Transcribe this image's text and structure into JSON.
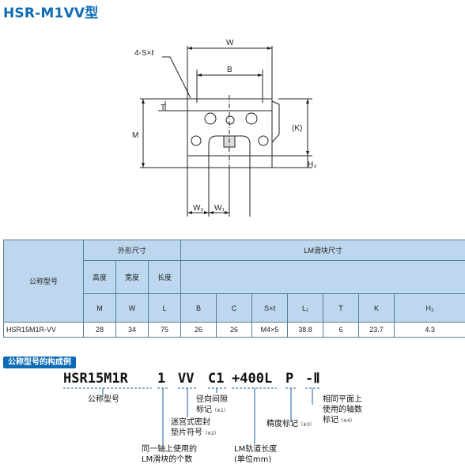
{
  "title": "HSR-M1VV型",
  "drawing": {
    "labels": {
      "hole": "4-S×ℓ",
      "w": "W",
      "b": "B",
      "t": "T",
      "m": "M",
      "k": "(K)",
      "h3": "H₃",
      "w2": "W₂",
      "w1": "W₁"
    }
  },
  "table": {
    "model_header": "公称型号",
    "group_outer": "外形尺寸",
    "group_block": "LM滑块尺寸",
    "outer_cols": [
      "高度",
      "宽度",
      "长度"
    ],
    "outer_syms": [
      "M",
      "W",
      "L"
    ],
    "block_syms": [
      "B",
      "C",
      "S×ℓ",
      "L₁",
      "T",
      "K",
      "H₃"
    ],
    "row": [
      "HSR15M1R-VV",
      "28",
      "34",
      "75",
      "26",
      "26",
      "M4×5",
      "38.8",
      "6",
      "23.7",
      "4.3"
    ]
  },
  "code_section": {
    "badge": "公称型号的构成例",
    "parts": [
      "HSR15M1R",
      "1",
      "VV",
      "C1",
      "+400L",
      "P",
      "-Ⅱ"
    ],
    "notes": {
      "model": "公称型号",
      "count": [
        "同一轴上使用的",
        "LM滑块的个数"
      ],
      "seal": [
        "迷宫式密封",
        "垫片符号"
      ],
      "seal_ref": "（※2）",
      "clearance": [
        "径向间隙",
        "标记"
      ],
      "clearance_ref": "（※1）",
      "rail": [
        "LM轨道长度",
        "(单位mm)"
      ],
      "accuracy": "精度标记",
      "accuracy_ref": "（※3）",
      "axes": [
        "相同平面上",
        "使用的轴数",
        "标记"
      ],
      "axes_ref": "（※4）"
    }
  }
}
